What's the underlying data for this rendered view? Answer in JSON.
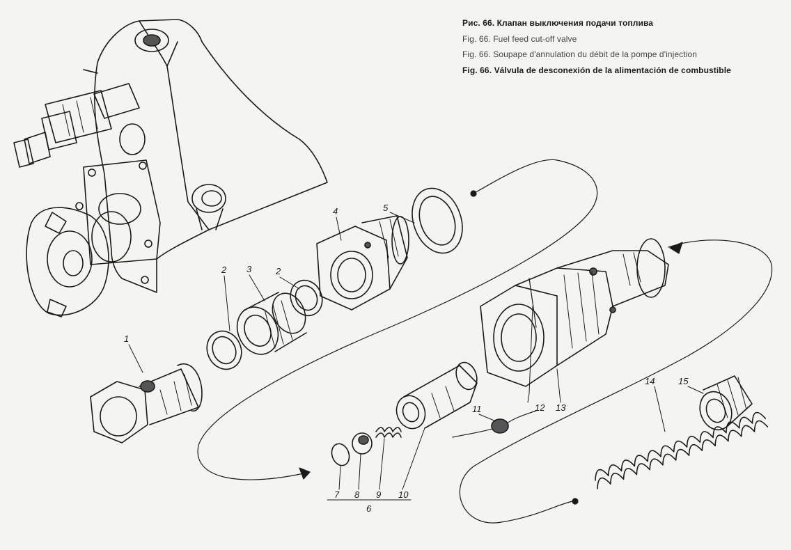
{
  "caption": {
    "ru": "Рис. 66. Клапан выключения подачи топлива",
    "en": "Fig. 66. Fuel feed cut-off valve",
    "fr": "Fig. 66. Soupape d'annulation du débit de la pompe d'injection",
    "es": "Fig. 66. Válvula de desconexión de la alimentación de combustible"
  },
  "labels": {
    "p1": "1",
    "p2a": "2",
    "p2b": "2",
    "p3": "3",
    "p4": "4",
    "p5": "5",
    "p6": "6",
    "p7": "7",
    "p8": "8",
    "p9": "9",
    "p10": "10",
    "p11": "11",
    "p12": "12",
    "p13": "13",
    "p14": "14",
    "p15": "15"
  },
  "colors": {
    "ink": "#1a1a1a",
    "paper": "#f4f4f2",
    "shade": "#555555"
  }
}
